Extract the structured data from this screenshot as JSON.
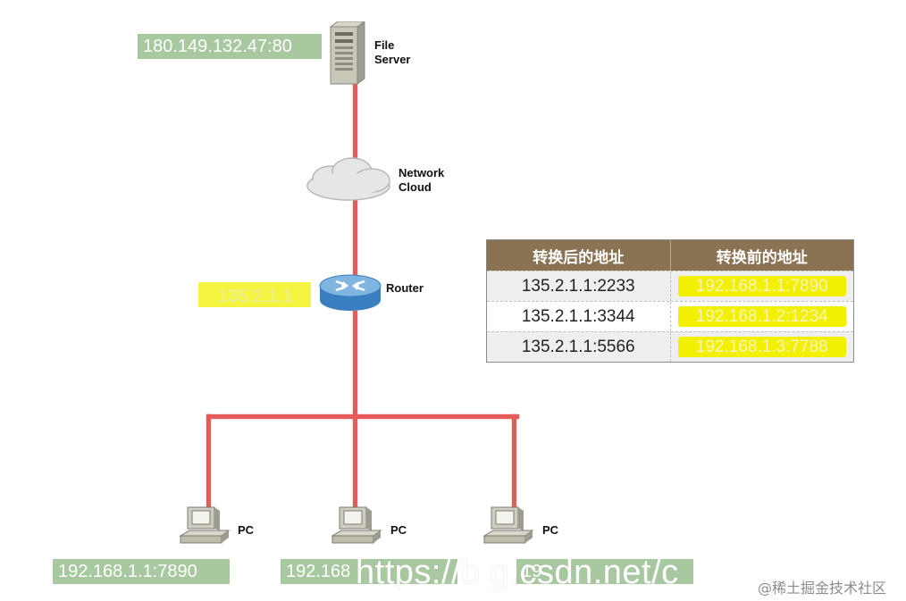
{
  "nodes": {
    "server": {
      "label_line1": "File",
      "label_line2": "Server",
      "address": "180.149.132.47:80"
    },
    "cloud": {
      "label_line1": "Network",
      "label_line2": "Cloud"
    },
    "router": {
      "label": "Router",
      "address": "135.2.1.1"
    },
    "pcs": [
      {
        "label": "PC",
        "address": "192.168.1.1:7890"
      },
      {
        "label": "PC",
        "address": "192.168"
      },
      {
        "label": "PC",
        "address": "19"
      }
    ]
  },
  "nat_table": {
    "headers": [
      "转换后的地址",
      "转换前的地址"
    ],
    "rows": [
      [
        "135.2.1.1:2233",
        "192.168.1.1:7890"
      ],
      [
        "135.2.1.1:3344",
        "192.168.1.2:1234"
      ],
      [
        "135.2.1.1:5566",
        "192.168.1.3:7788"
      ]
    ]
  },
  "watermark": {
    "url": "https://b g.csdn.net/c",
    "site": "@稀土掘金技术社区"
  },
  "colors": {
    "link": "#e85a5a",
    "address_label_bg": "#a8c8a0",
    "highlight": "#f2f000",
    "table_header": "#8a7352"
  }
}
